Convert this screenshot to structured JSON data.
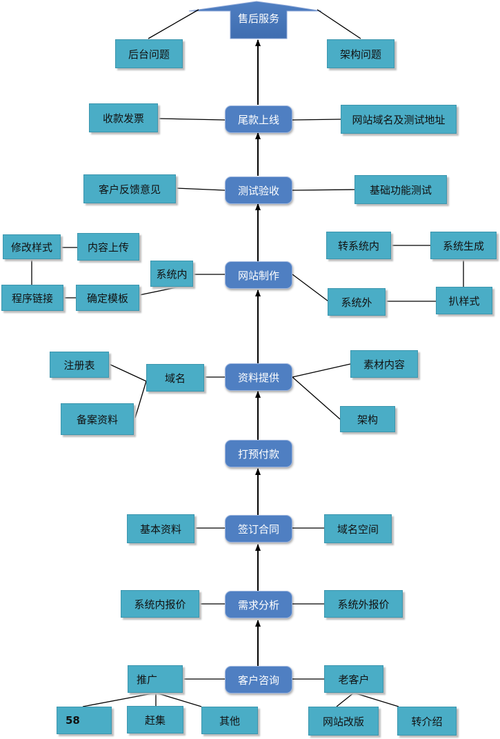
{
  "top": {
    "label": "售后服务"
  },
  "main_flow": {
    "tail_payment": "尾款上线",
    "test_accept": "测试验收",
    "site_build": "网站制作",
    "materials": "资料提供",
    "prepay": "打预付款",
    "contract": "签订合同",
    "requirements": "需求分析",
    "consult": "客户咨询"
  },
  "side": {
    "backend_issue": "后台问题",
    "arch_issue": "架构问题",
    "receipt_invoice": "收款发票",
    "domain_test_addr": "网站域名及测试地址",
    "customer_feedback": "客户反馈意见",
    "basic_func_test": "基础功能测试",
    "modify_style": "修改样式",
    "content_upload": "内容上传",
    "program_link": "程序链接",
    "confirm_template": "确定模板",
    "in_system": "系统内",
    "to_in_system": "转系统内",
    "system_generate": "系统生成",
    "out_system": "系统外",
    "grab_style": "扒样式",
    "register_form": "注册表",
    "domain": "域名",
    "filing_docs": "备案资料",
    "material_content": "素材内容",
    "architecture": "架构",
    "basic_info": "基本资料",
    "domain_space": "域名空间",
    "in_system_quote": "系统内报价",
    "out_system_quote": "系统外报价",
    "promotion": "推广",
    "old_customer": "老客户",
    "source_58": "58",
    "ganji": "赶集",
    "other": "其他",
    "site_revamp": "网站改版",
    "referral": "转介绍"
  },
  "colors": {
    "main_fill": "#4f7fc2",
    "side_fill": "#4aadc6",
    "line": "#000000"
  }
}
